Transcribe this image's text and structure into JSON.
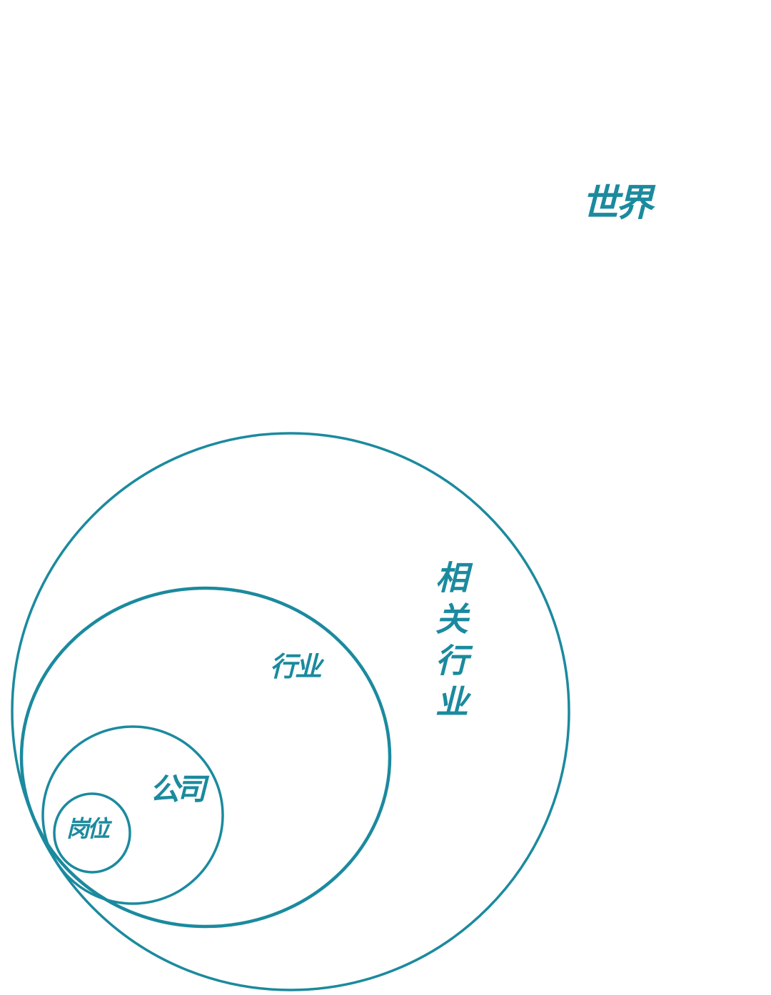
{
  "diagram": {
    "theme_color": "#1b8a9e",
    "labels": {
      "world": "世界",
      "related_industry": "相关行业",
      "industry": "行业",
      "company": "公司",
      "position": "岗位"
    }
  }
}
